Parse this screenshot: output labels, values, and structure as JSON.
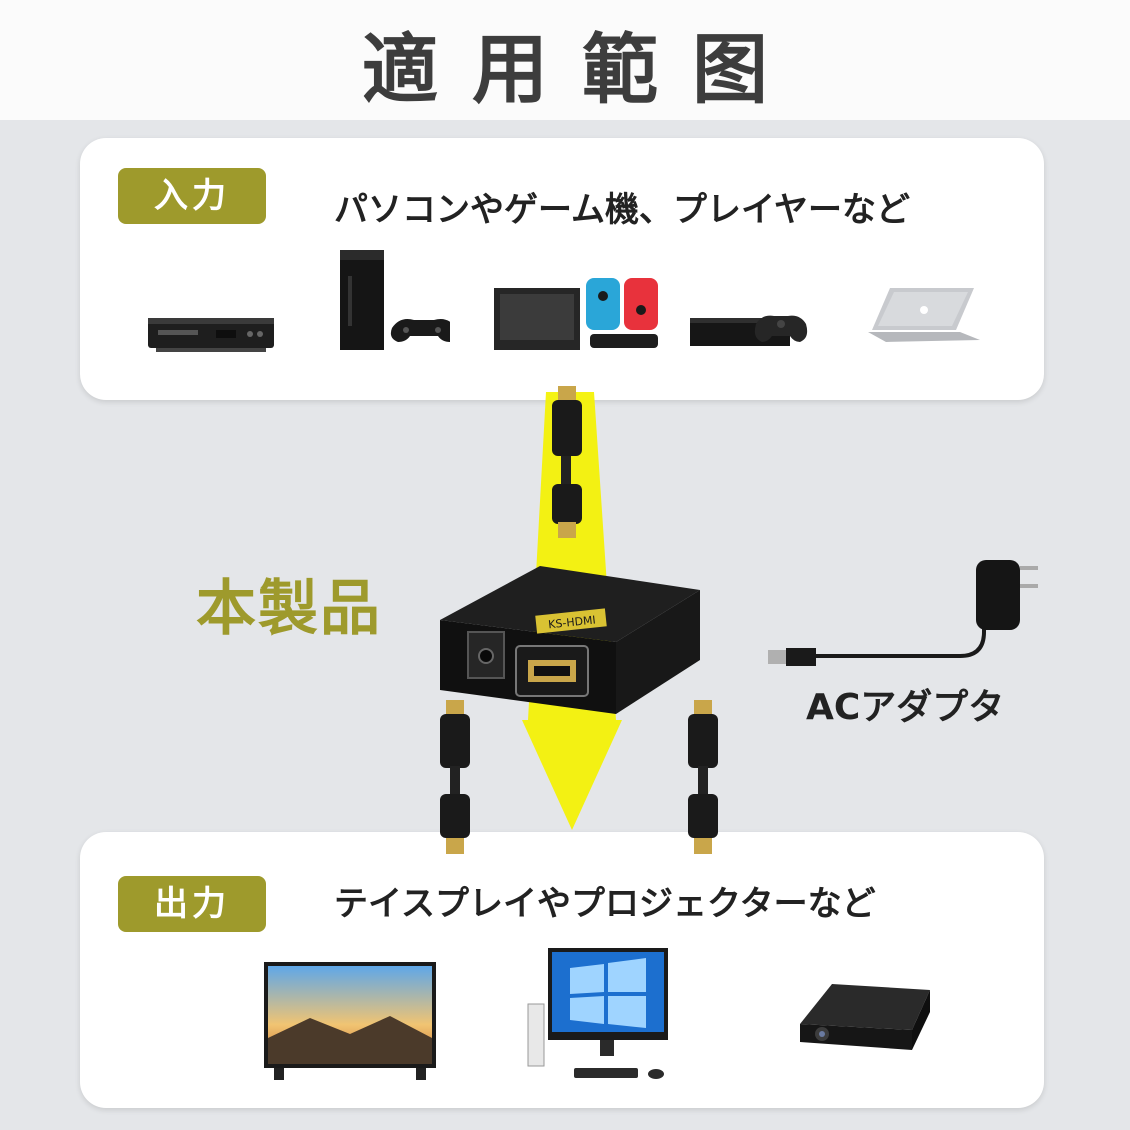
{
  "title": "適用範图",
  "input": {
    "badge": "入力",
    "description": "パソコンやゲーム機、プレイヤーなど",
    "devices": [
      "dvd-player-icon",
      "playstation-console-icon",
      "game-switch-console-icon",
      "xbox-console-icon",
      "laptop-icon"
    ]
  },
  "product": {
    "label": "本製品",
    "brand_text": "KS-HDMI"
  },
  "adapter": {
    "label": "ACアダプタ"
  },
  "output": {
    "badge": "出力",
    "description": "テイスプレイやプロジェクターなど",
    "devices": [
      "tv-monitor-icon",
      "desktop-pc-icon",
      "projector-icon"
    ]
  },
  "colors": {
    "accent": "#9e9a2c",
    "arrow": "#f4f200",
    "panel": "#ffffff",
    "background": "#e4e6e9"
  }
}
